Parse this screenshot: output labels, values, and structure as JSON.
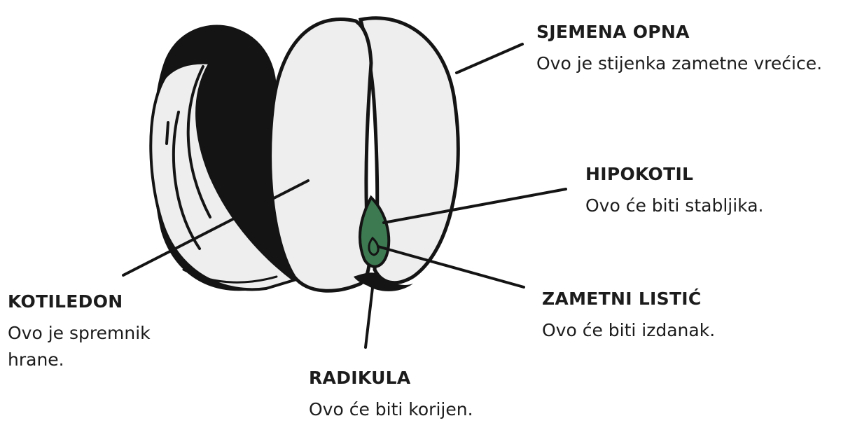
{
  "colors": {
    "ink": "#141414",
    "seed_fill": "#eeeeee",
    "embryo_green": "#3d7a52",
    "text": "#1c1c1c",
    "background": "#ffffff"
  },
  "labels": {
    "seed_coat": {
      "title": "SJEMENA OPNA",
      "description": "Ovo je stijenka zametne vrećice."
    },
    "hypocotyl": {
      "title": "HIPOKOTIL",
      "description": "Ovo će biti stabljika."
    },
    "plumule": {
      "title": "ZAMETNI LISTIĆ",
      "description": "Ovo će biti izdanak."
    },
    "cotyledon": {
      "title": "KOTILEDON",
      "description": "Ovo je spremnik hrane."
    },
    "radicle": {
      "title": "RADIKULA",
      "description": "Ovo će biti korijen."
    }
  }
}
